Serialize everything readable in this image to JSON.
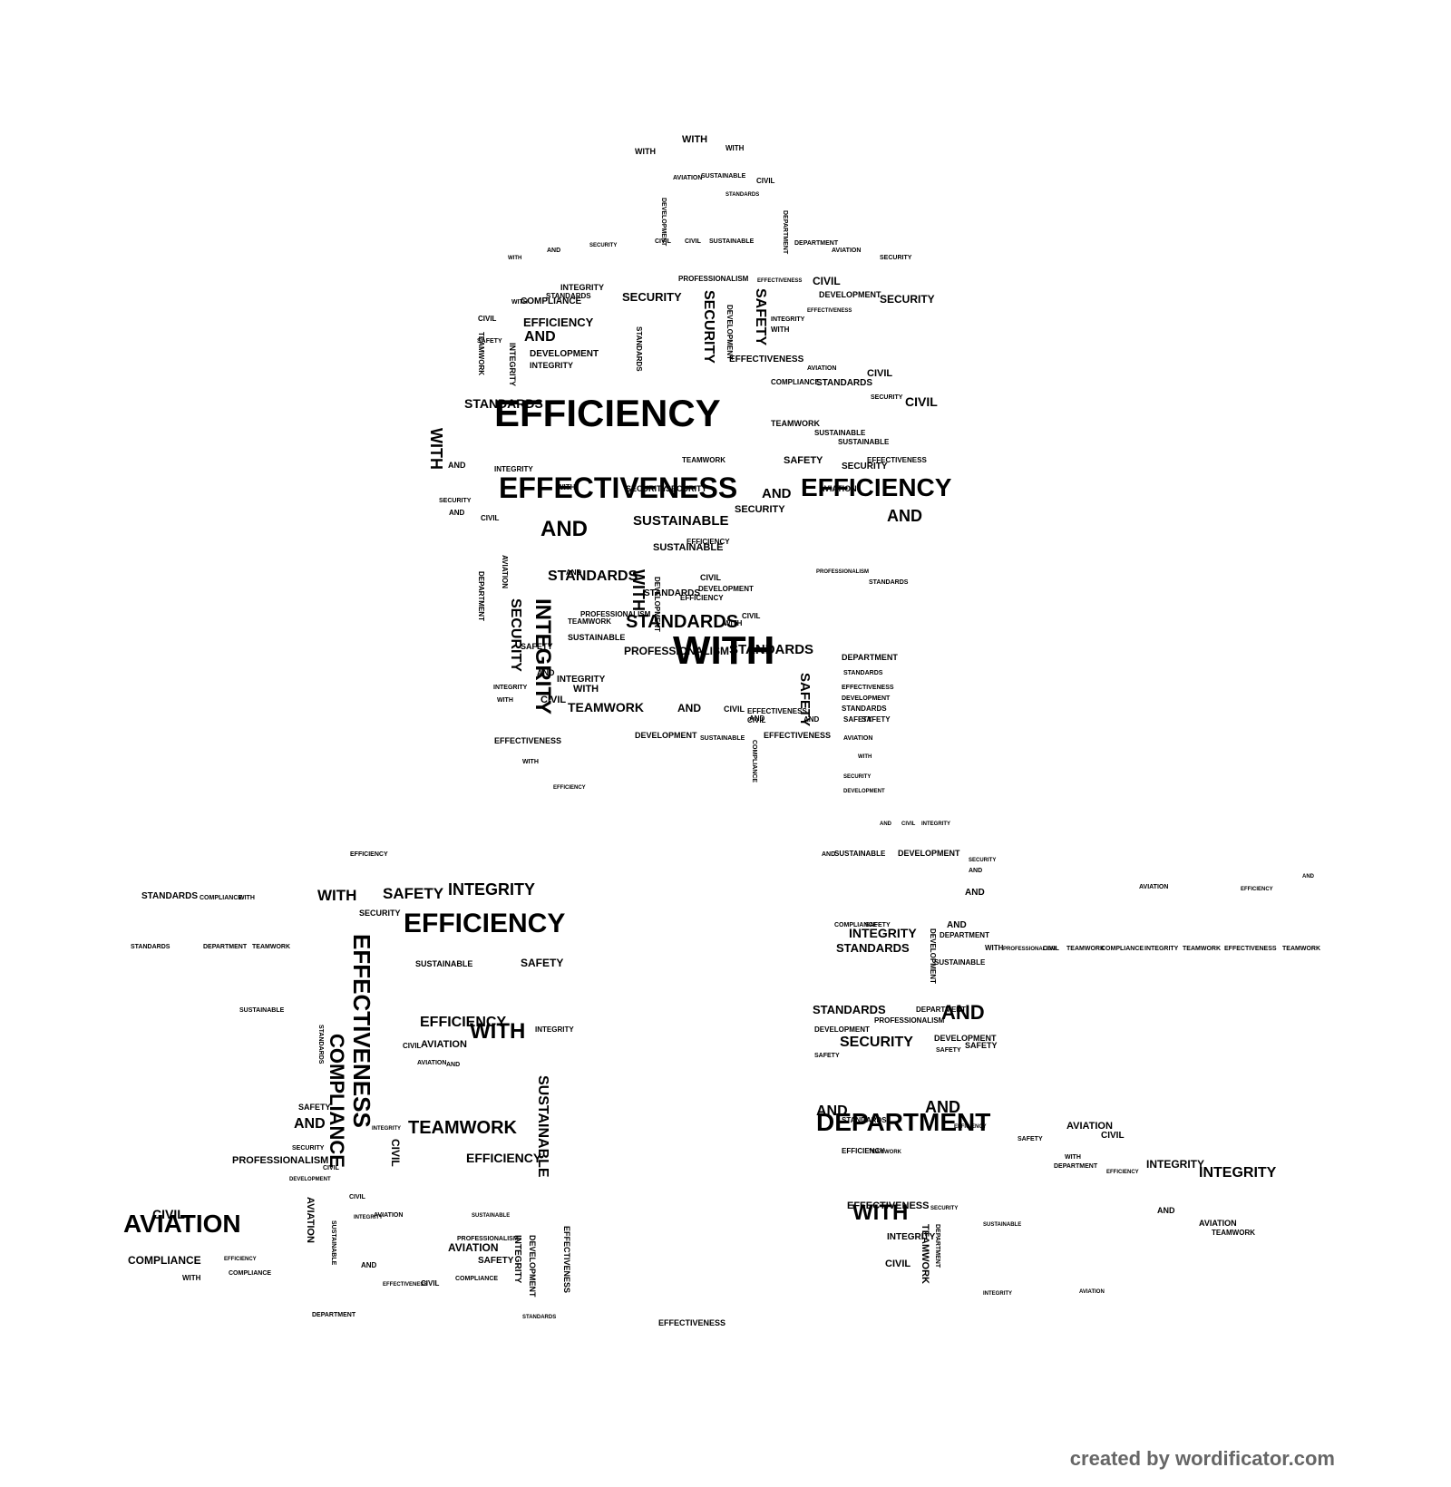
{
  "text_color": "#000000",
  "background_color": "#ffffff",
  "credit": "created by wordificator.com",
  "words": [
    "EFFICIENCY",
    "EFFECTIVENESS",
    "WITH",
    "STANDARDS",
    "AND",
    "INTEGRITY",
    "SECURITY",
    "SAFETY",
    "CIVIL",
    "AVIATION",
    "TEAMWORK",
    "SUSTAINABLE",
    "DEVELOPMENT",
    "DEPARTMENT",
    "PROFESSIONALISM",
    "COMPLIANCE"
  ]
}
